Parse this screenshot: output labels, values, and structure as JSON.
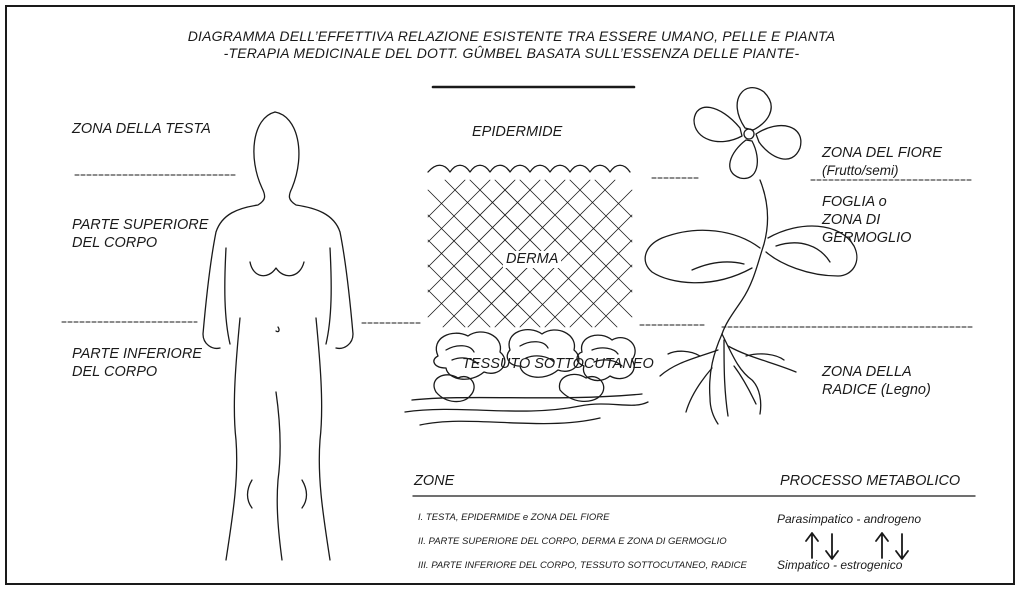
{
  "title": {
    "line1": "DIAGRAMMA DELL’EFFETTIVA RELAZIONE ESISTENTE TRA ESSERE UMANO, PELLE E PIANTA",
    "line2": "-TERAPIA MEDICINALE DEL DOTT. GÛMBEL BASATA SULL’ESSENZA DELLE PIANTE-"
  },
  "human_zones": {
    "head": "ZONA DELLA TESTA",
    "upper_1": "PARTE SUPERIORE",
    "upper_2": "DEL CORPO",
    "lower_1": "PARTE INFERIORE",
    "lower_2": "DEL CORPO"
  },
  "skin_layers": {
    "epidermis": "EPIDERMIDE",
    "dermis": "DERMA",
    "subcutis": "TESSUTO SOTTOCUTANEO"
  },
  "plant_zones": {
    "flower_1": "ZONA DEL FIORE",
    "flower_2": "(Frutto/semi)",
    "leaf_1": "FOGLIA o",
    "leaf_2": "ZONA DI",
    "leaf_3": "GERMOGLIO",
    "root_1": "ZONA DELLA",
    "root_2": "RADICE (Legno)"
  },
  "legend": {
    "zones_header": "ZONE",
    "process_header": "PROCESSO METABOLICO",
    "zone_items": [
      "I. TESTA, EPIDERMIDE e ZONA DEL FIORE",
      "II. PARTE SUPERIORE DEL CORPO, DERMA E ZONA DI GERMOGLIO",
      "III. PARTE INFERIORE DEL CORPO, TESSUTO SOTTOCUTANEO, RADICE"
    ],
    "process_top": "Parasimpatico - androgeno",
    "process_bottom": "Simpatico - estrogenico"
  }
}
